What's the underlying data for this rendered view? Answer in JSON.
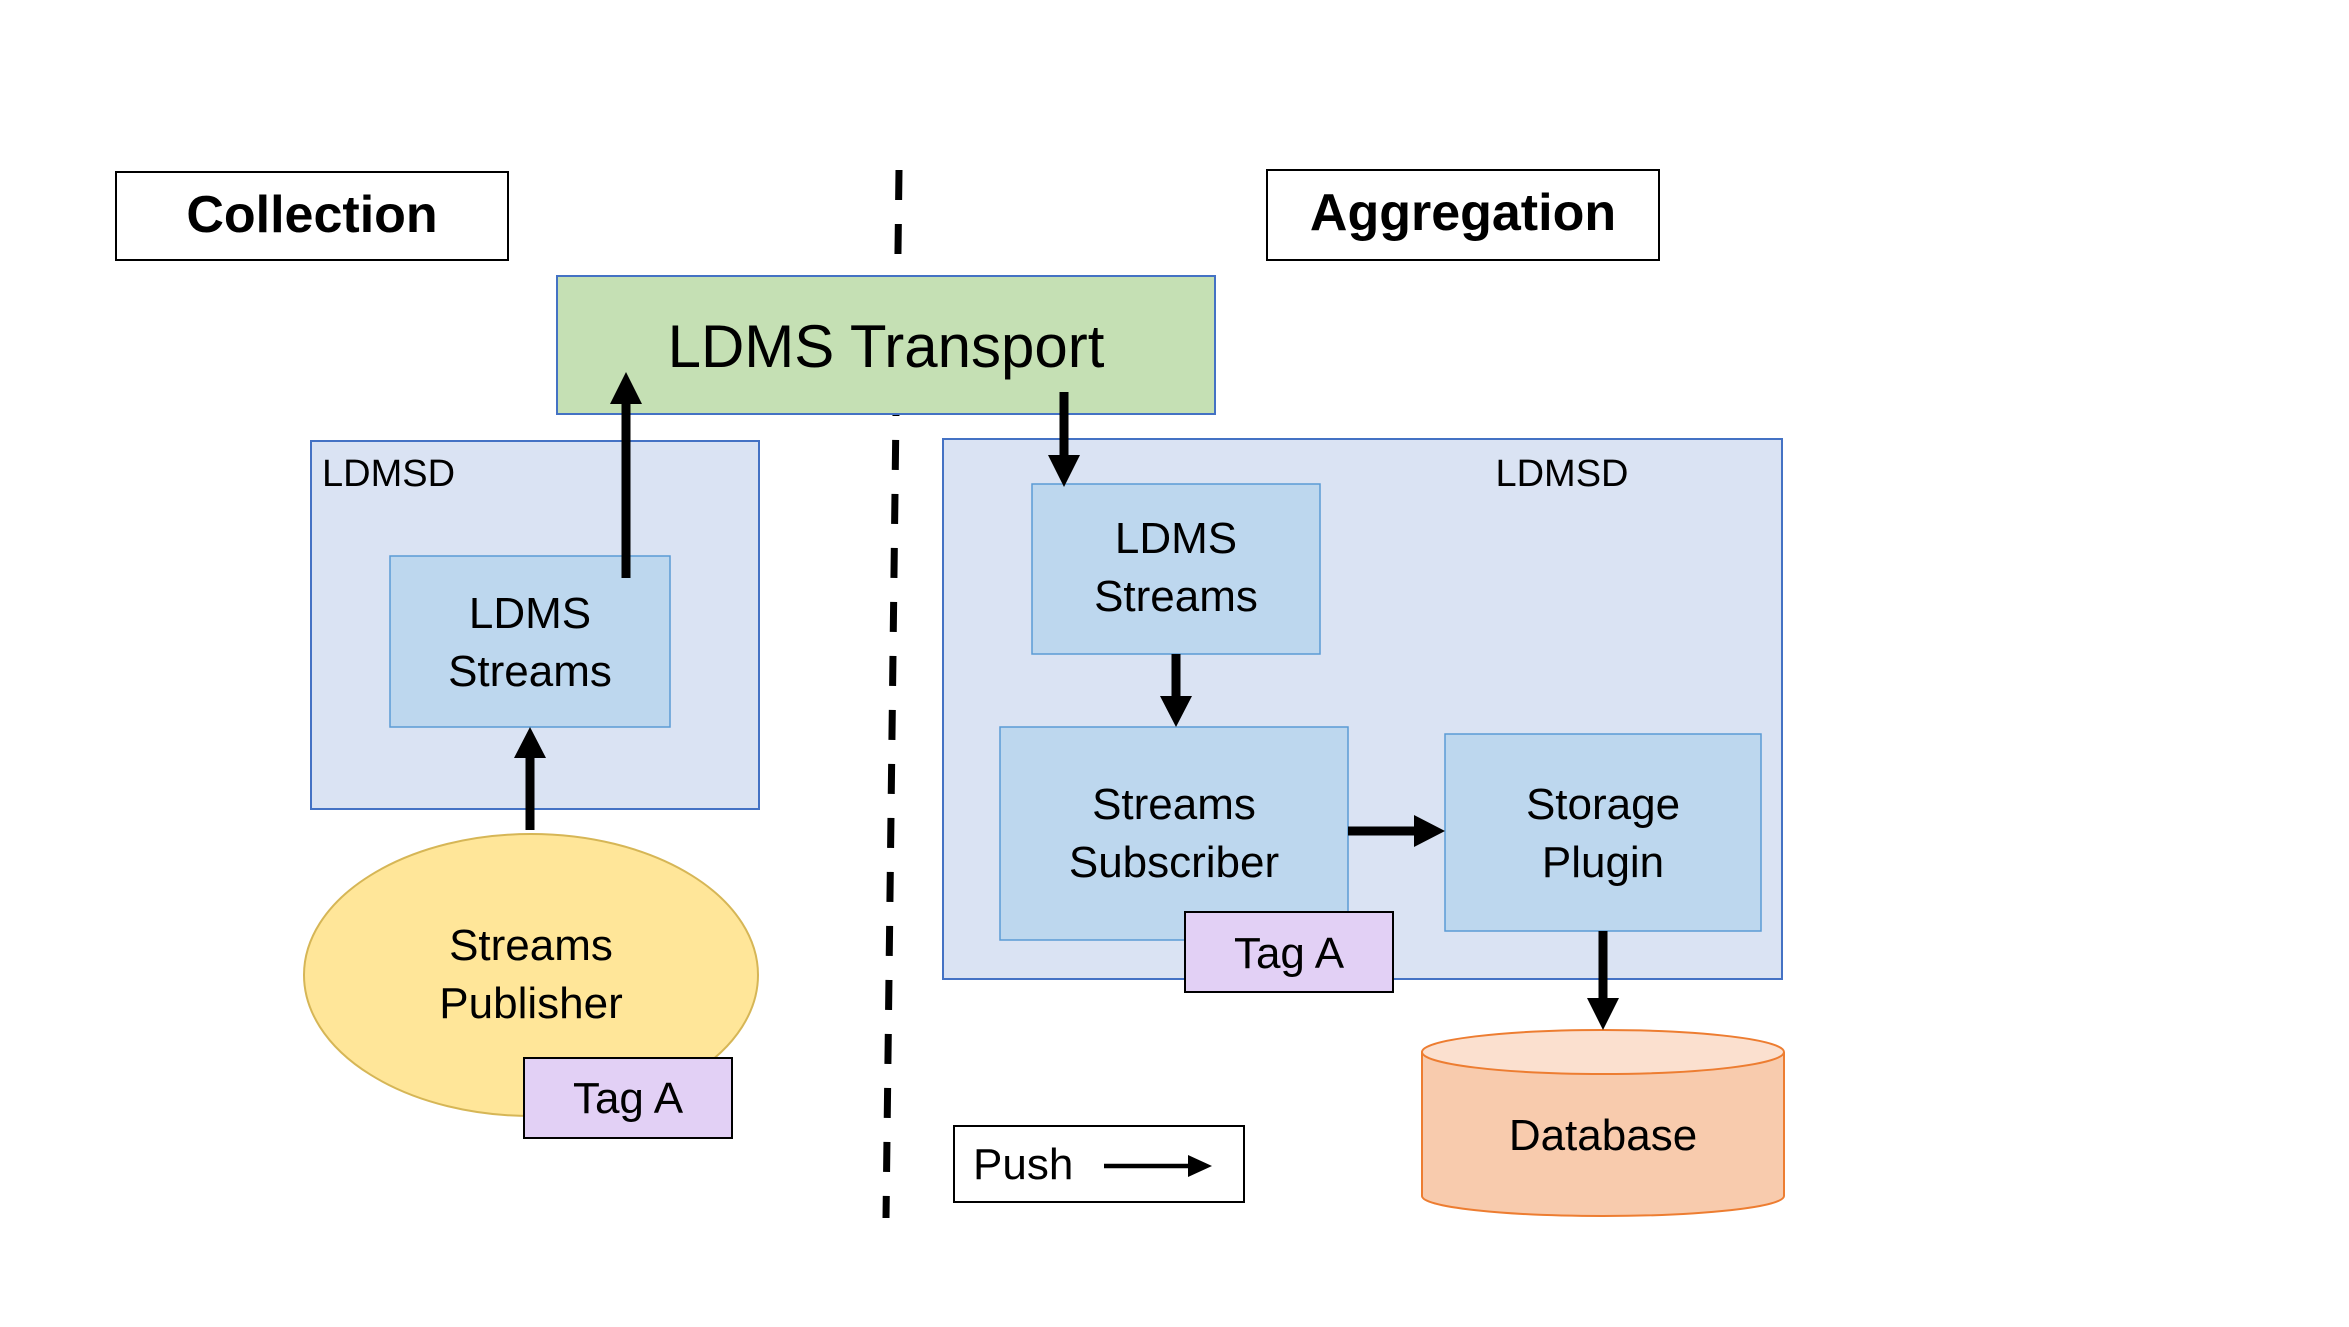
{
  "sections": {
    "collection": "Collection",
    "aggregation": "Aggregation"
  },
  "transport": "LDMS Transport",
  "collection": {
    "ldmsd": "LDMSD",
    "streams": [
      "LDMS",
      "Streams"
    ],
    "publisher": [
      "Streams",
      "Publisher"
    ],
    "tag": "Tag A"
  },
  "aggregation": {
    "ldmsd": "LDMSD",
    "streams": [
      "LDMS",
      "Streams"
    ],
    "subscriber": [
      "Streams",
      "Subscriber"
    ],
    "storage": [
      "Storage",
      "Plugin"
    ],
    "tag": "Tag A",
    "database": "Database"
  },
  "legend": {
    "push": "Push"
  },
  "colors": {
    "transport_fill": "#c5e0b4",
    "outer_fill": "#dae3f3",
    "inner_fill": "#bdd7ee",
    "publisher_fill": "#ffe699",
    "tag_fill": "#e2d0f5",
    "database_fill": "#f8cbad"
  }
}
